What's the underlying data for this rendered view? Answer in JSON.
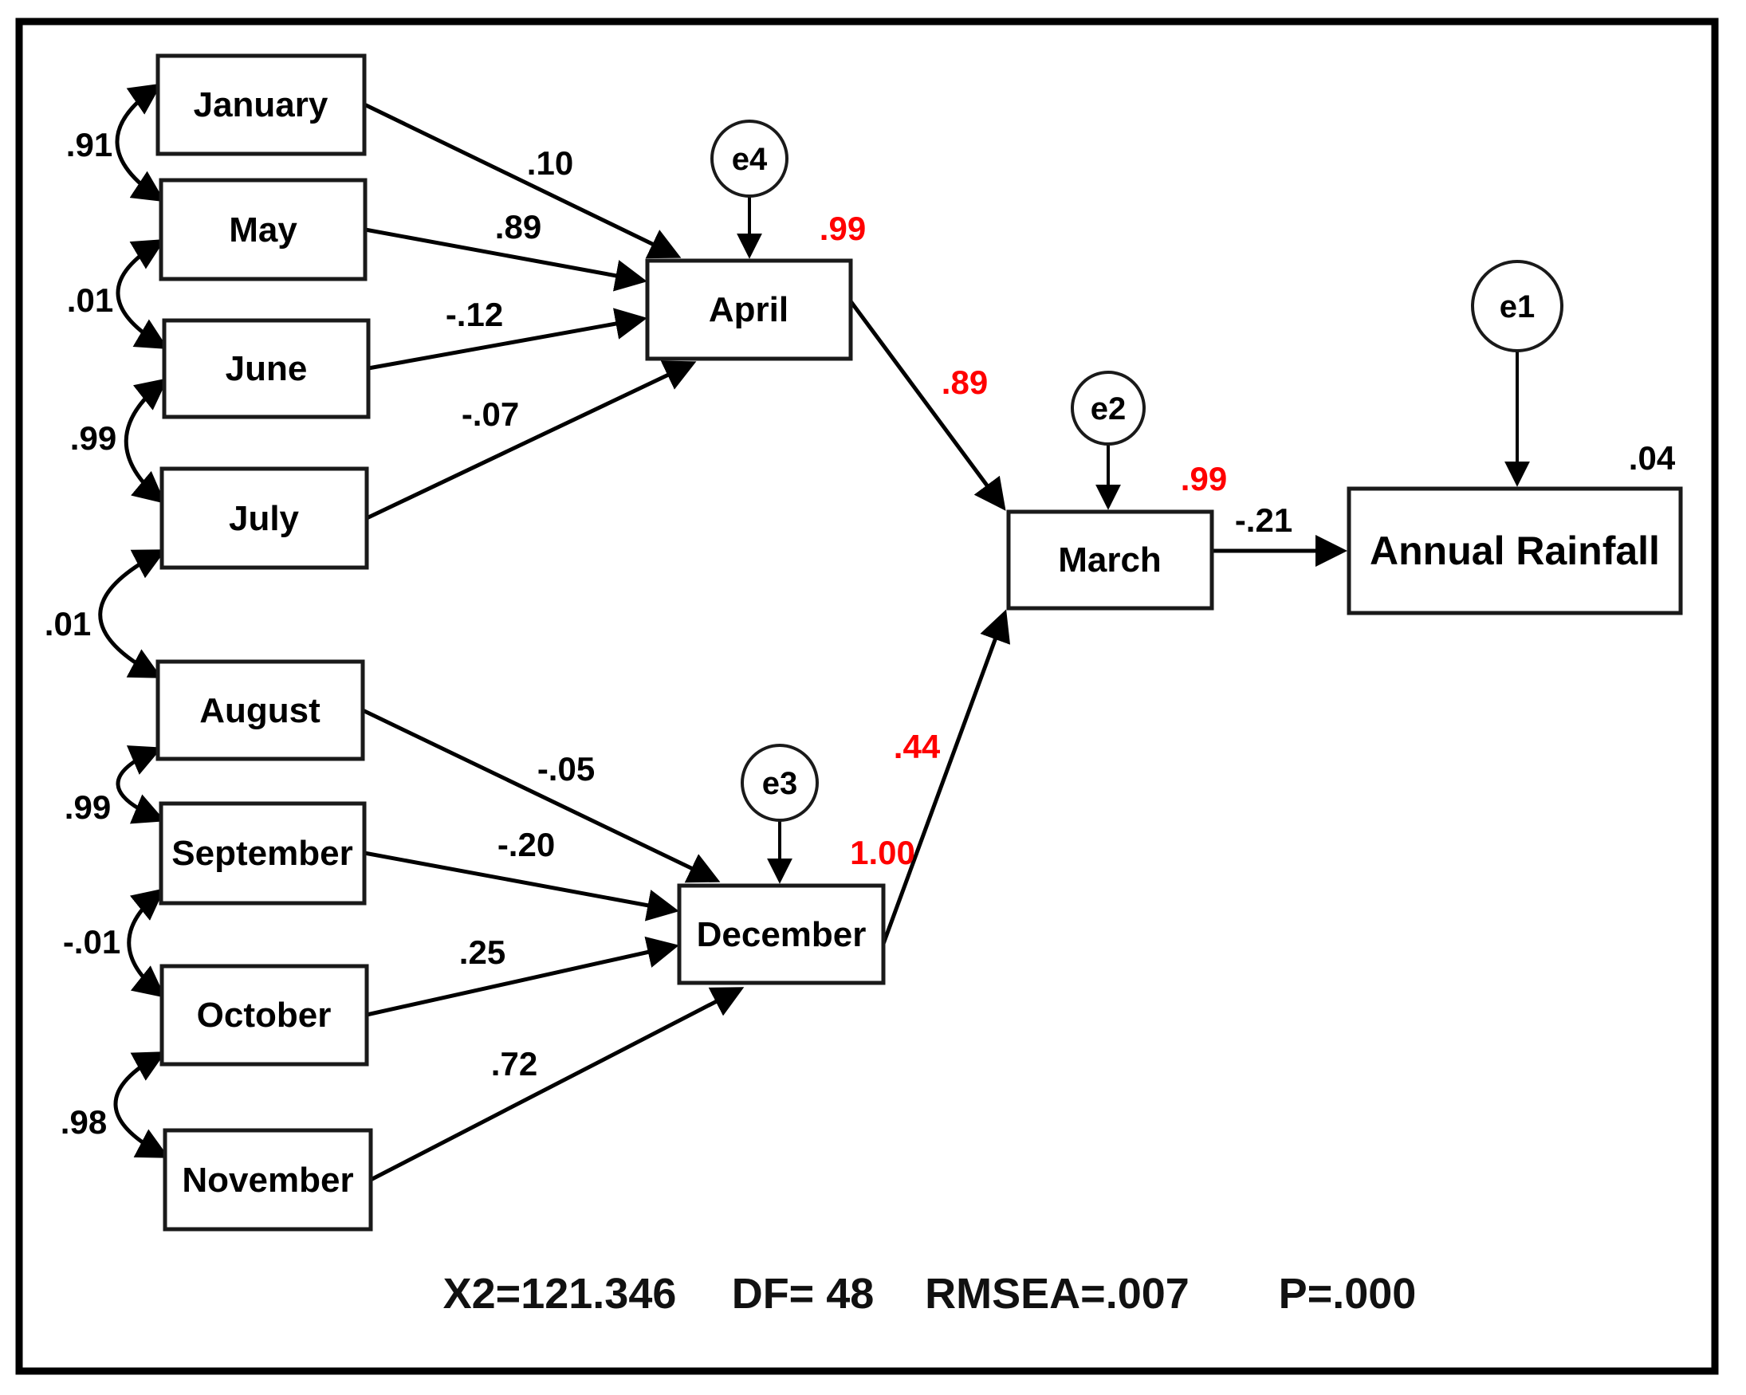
{
  "boxes": {
    "months": [
      "January",
      "May",
      "June",
      "July",
      "August",
      "September",
      "October",
      "November"
    ],
    "april": "April",
    "december": "December",
    "march": "March",
    "annual_rainfall": "Annual Rainfall"
  },
  "error_terms": {
    "april": "e4",
    "march": "e2",
    "december": "e3",
    "annual_rainfall": "e1"
  },
  "path_coefficients": {
    "january_april": ".10",
    "may_april": ".89",
    "june_april": "-.12",
    "july_april": "-.07",
    "august_december": "-.05",
    "september_december": "-.20",
    "october_december": ".25",
    "november_december": ".72",
    "april_march": ".89",
    "december_march": ".44",
    "march_annual_rainfall": "-.21"
  },
  "correlations": {
    "january_may": ".91",
    "may_june": ".01",
    "june_july": ".99",
    "july_august": ".01",
    "august_september": ".99",
    "september_october": "-.01",
    "october_november": ".98"
  },
  "r_squared": {
    "april": ".99",
    "march": ".99",
    "december": "1.00",
    "annual_rainfall": ".04"
  },
  "fit_statistics": {
    "chi_square": "X2=121.346",
    "df": "DF= 48",
    "rmsea": "RMSEA=.007",
    "p": "P=.000"
  },
  "colors": {
    "coefficient_red": "#ff0000",
    "line_black": "#000000",
    "background": "#ffffff"
  }
}
